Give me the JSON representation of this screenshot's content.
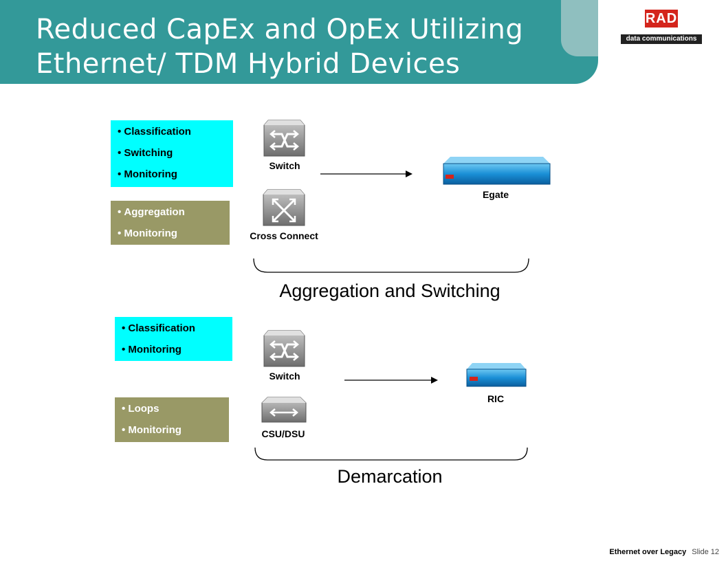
{
  "slide": {
    "title_line1": "Reduced CapEx and OpEx Utilizing",
    "title_line2": "Ethernet/ TDM Hybrid Devices"
  },
  "logo": {
    "brand": "RAD",
    "tagline": "data communications"
  },
  "top_group": {
    "cyan_box": [
      "Classification",
      "Switching",
      "Monitoring"
    ],
    "olive_box": [
      "Aggregation",
      "Monitoring"
    ],
    "switch_label": "Switch",
    "cross_connect_label": "Cross Connect",
    "target_device_label": "Egate",
    "section_label": "Aggregation and Switching"
  },
  "bottom_group": {
    "cyan_box": [
      "Classification",
      "Monitoring"
    ],
    "olive_box": [
      "Loops",
      "Monitoring"
    ],
    "switch_label": "Switch",
    "csu_label": "CSU/DSU",
    "target_device_label": "RIC",
    "section_label": "Demarcation"
  },
  "footer": {
    "title": "Ethernet over Legacy",
    "slide_number": "Slide 12"
  },
  "colors": {
    "header_teal": "#339999",
    "header_tab": "#8fbfbf",
    "cyan": "#00ffff",
    "olive": "#999966",
    "device_blue": "#1a8fd6",
    "rad_red": "#d4251c"
  },
  "icons": {
    "switch": "switch-icon",
    "cross_connect": "cross-connect-icon",
    "csu_dsu": "csu-dsu-icon",
    "egate": "egate-device-icon",
    "ric": "ric-device-icon"
  }
}
